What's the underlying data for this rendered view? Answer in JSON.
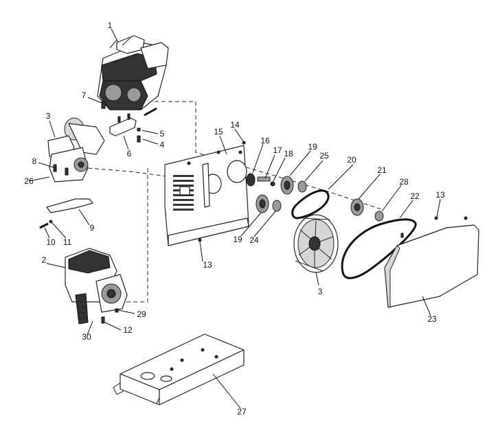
{
  "diagram": {
    "callouts": [
      {
        "id": "c1",
        "label": "1"
      },
      {
        "id": "c2",
        "label": "2"
      },
      {
        "id": "c3a",
        "label": "3"
      },
      {
        "id": "c3b",
        "label": "3"
      },
      {
        "id": "c4",
        "label": "4"
      },
      {
        "id": "c5",
        "label": "5"
      },
      {
        "id": "c6",
        "label": "6"
      },
      {
        "id": "c7",
        "label": "7"
      },
      {
        "id": "c8",
        "label": "8"
      },
      {
        "id": "c9",
        "label": "9"
      },
      {
        "id": "c10",
        "label": "10"
      },
      {
        "id": "c11",
        "label": "11"
      },
      {
        "id": "c12",
        "label": "12"
      },
      {
        "id": "c13a",
        "label": "13"
      },
      {
        "id": "c13b",
        "label": "13"
      },
      {
        "id": "c14",
        "label": "14"
      },
      {
        "id": "c15",
        "label": "15"
      },
      {
        "id": "c16",
        "label": "16"
      },
      {
        "id": "c17",
        "label": "17"
      },
      {
        "id": "c18",
        "label": "18"
      },
      {
        "id": "c19a",
        "label": "19"
      },
      {
        "id": "c19b",
        "label": "19"
      },
      {
        "id": "c20",
        "label": "20"
      },
      {
        "id": "c21",
        "label": "21"
      },
      {
        "id": "c22",
        "label": "22"
      },
      {
        "id": "c23",
        "label": "23"
      },
      {
        "id": "c24",
        "label": "24"
      },
      {
        "id": "c25",
        "label": "25"
      },
      {
        "id": "c26",
        "label": "26"
      },
      {
        "id": "c27",
        "label": "27"
      },
      {
        "id": "c28",
        "label": "28"
      },
      {
        "id": "c29",
        "label": "29"
      },
      {
        "id": "c30",
        "label": "30"
      }
    ]
  }
}
